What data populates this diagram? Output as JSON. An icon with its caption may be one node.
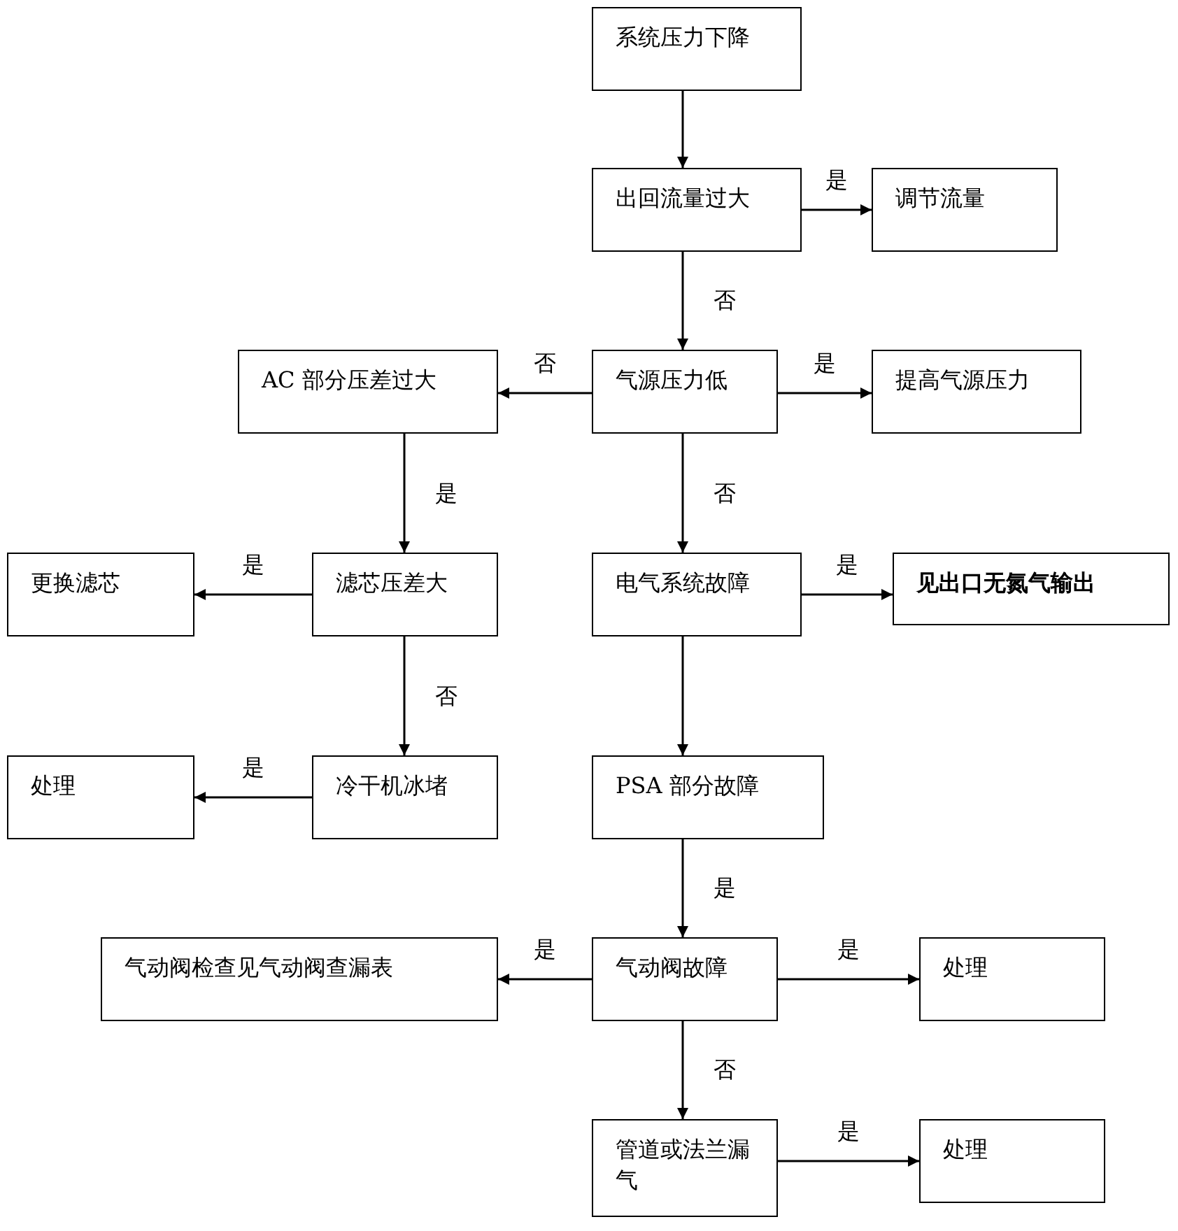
{
  "diagram": {
    "nodes": [
      {
        "text": [
          "系统压力下降"
        ]
      },
      {
        "text": [
          "出回流量过大"
        ]
      },
      {
        "text": [
          "调节流量"
        ]
      },
      {
        "text": [
          "气源压力低"
        ]
      },
      {
        "text": [
          "AC 部分压差过大"
        ]
      },
      {
        "text": [
          "提高气源压力"
        ]
      },
      {
        "text": [
          "滤芯压差大"
        ]
      },
      {
        "text": [
          "更换滤芯"
        ]
      },
      {
        "text": [
          "电气系统故障"
        ]
      },
      {
        "text": [
          "见出口无氮气输出"
        ]
      },
      {
        "text": [
          "冷干机冰堵"
        ]
      },
      {
        "text": [
          "处理"
        ]
      },
      {
        "text": [
          "PSA 部分故障"
        ]
      },
      {
        "text": [
          "气动阀故障"
        ]
      },
      {
        "text": [
          "气动阀检查见气动阀查漏表"
        ]
      },
      {
        "text": [
          "处理"
        ]
      },
      {
        "text": [
          "管道或法兰漏气"
        ]
      },
      {
        "text": [
          "处理"
        ]
      }
    ],
    "edges": [
      {
        "from": 0,
        "to": 1,
        "arrow": "to"
      },
      {
        "from": 1,
        "to": 2,
        "arrow": "to",
        "label": "是"
      },
      {
        "from": 1,
        "to": 3,
        "arrow": "to",
        "label": "否"
      },
      {
        "from": 3,
        "to": 4,
        "arrow": "to",
        "label": "否"
      },
      {
        "from": 3,
        "to": 5,
        "arrow": "to",
        "label": "是"
      },
      {
        "from": 3,
        "to": 8,
        "arrow": "to",
        "label": "否"
      },
      {
        "from": 4,
        "to": 6,
        "arrow": "to",
        "label": "是"
      },
      {
        "from": 6,
        "to": 7,
        "arrow": "to",
        "label": "是"
      },
      {
        "from": 6,
        "to": 10,
        "arrow": "to",
        "label": "否"
      },
      {
        "from": 8,
        "to": 9,
        "arrow": "to",
        "label": "是"
      },
      {
        "from": 8,
        "to": 12,
        "arrow": "to"
      },
      {
        "from": 10,
        "to": 11,
        "arrow": "to",
        "label": "是"
      },
      {
        "from": 12,
        "to": 13,
        "arrow": "to",
        "label": "是"
      },
      {
        "from": 13,
        "to": 14,
        "arrow": "to",
        "label": "是"
      },
      {
        "from": 13,
        "to": 15,
        "arrow": "to",
        "label": "是"
      },
      {
        "from": 13,
        "to": 16,
        "arrow": "to",
        "label": "否"
      },
      {
        "from": 16,
        "to": 17,
        "arrow": "to",
        "label": "是"
      }
    ]
  }
}
